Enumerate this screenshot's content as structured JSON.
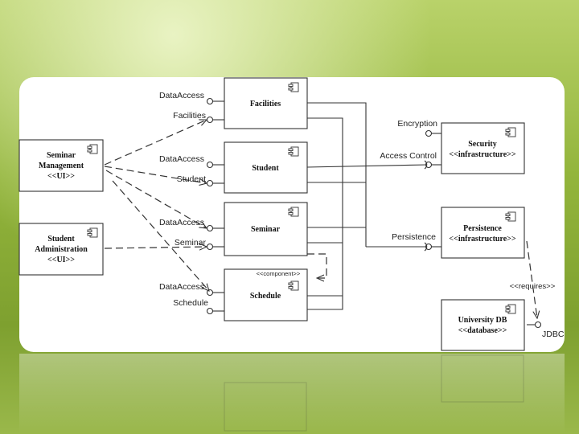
{
  "components": {
    "seminar_management": {
      "line1": "Seminar",
      "line2": "Management",
      "line3": "<<UI>>"
    },
    "student_administration": {
      "line1": "Student",
      "line2": "Administration",
      "line3": "<<UI>>"
    },
    "facilities": {
      "name": "Facilities"
    },
    "student": {
      "name": "Student"
    },
    "seminar": {
      "name": "Seminar"
    },
    "schedule": {
      "name": "Schedule",
      "stereotype": "<<component>>"
    },
    "security": {
      "name": "Security",
      "stereotype": "<<infrastructure>>"
    },
    "persistence": {
      "name": "Persistence",
      "stereotype": "<<infrastructure>>"
    },
    "university_db": {
      "name": "University DB",
      "stereotype": "<<database>>"
    }
  },
  "interfaces": {
    "facilities_dataaccess": "DataAccess",
    "facilities_facilities": "Facilities",
    "student_dataaccess": "DataAccess",
    "student_student": "Student",
    "seminar_dataaccess": "DataAccess",
    "seminar_seminar": "Seminar",
    "schedule_dataaccess": "DataAccess",
    "schedule_schedule": "Schedule",
    "security_encryption": "Encryption",
    "security_access_control": "Access Control",
    "persistence_persistence": "Persistence",
    "db_jdbc": "JDBC"
  },
  "dependencies": {
    "requires": "<<requires>>"
  },
  "colors": {
    "panel": "#ffffff",
    "stroke": "#333333",
    "text": "#222222",
    "background": "#93b53c"
  }
}
